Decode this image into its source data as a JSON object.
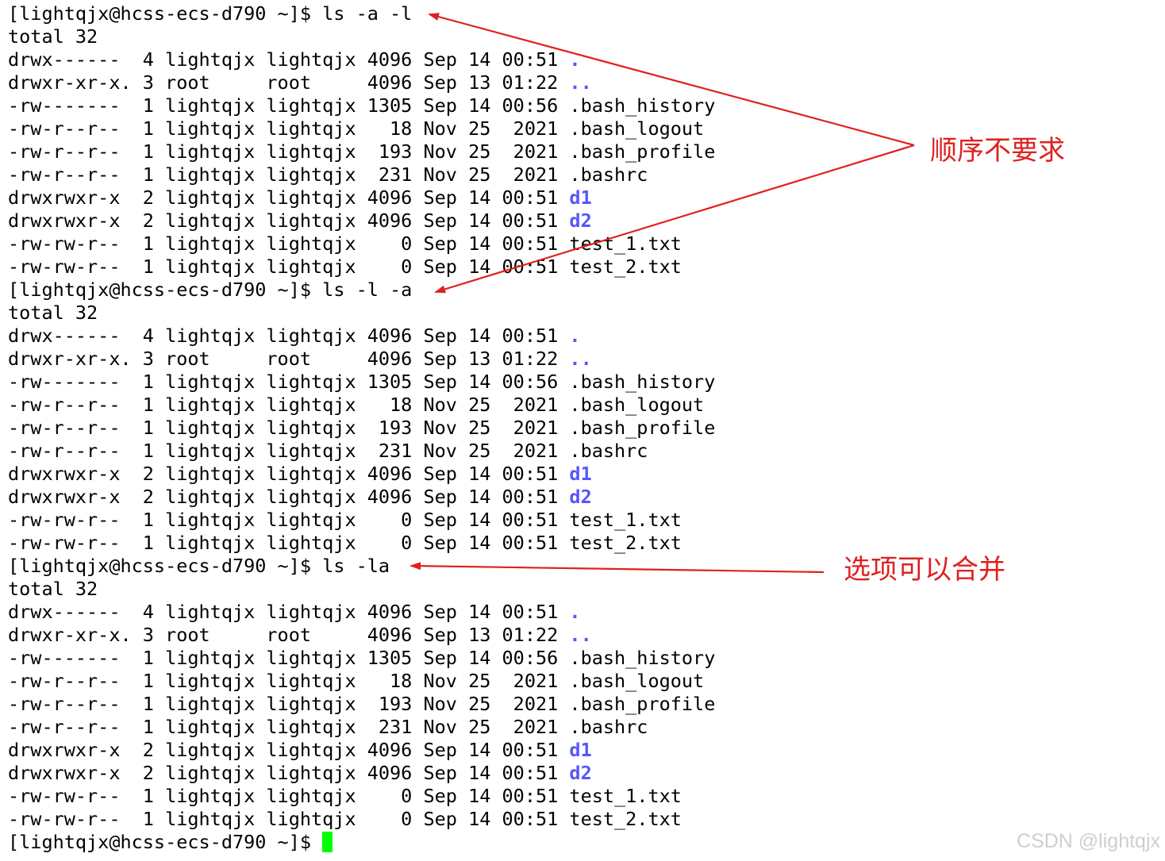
{
  "theme": {
    "background": "#ffffff",
    "text_color": "#000000",
    "dir_color": "#5555ff",
    "cursor_color": "#00ff00",
    "annotation_color": "#e02020",
    "watermark_color": "#cfcfcf"
  },
  "terminal": {
    "lines": [
      {
        "kind": "prompt",
        "text": "[lightqjx@hcss-ecs-d790 ~]$ ls -a -l"
      },
      {
        "kind": "total",
        "text": "total 32"
      },
      {
        "kind": "entry",
        "meta": "drwx------  4 lightqjx lightqjx 4096 Sep 14 00:51 ",
        "name": ".",
        "is_dir": true
      },
      {
        "kind": "entry",
        "meta": "drwxr-xr-x. 3 root     root     4096 Sep 13 01:22 ",
        "name": "..",
        "is_dir": true
      },
      {
        "kind": "entry",
        "meta": "-rw-------  1 lightqjx lightqjx 1305 Sep 14 00:56 ",
        "name": ".bash_history",
        "is_dir": false
      },
      {
        "kind": "entry",
        "meta": "-rw-r--r--  1 lightqjx lightqjx   18 Nov 25  2021 ",
        "name": ".bash_logout",
        "is_dir": false
      },
      {
        "kind": "entry",
        "meta": "-rw-r--r--  1 lightqjx lightqjx  193 Nov 25  2021 ",
        "name": ".bash_profile",
        "is_dir": false
      },
      {
        "kind": "entry",
        "meta": "-rw-r--r--  1 lightqjx lightqjx  231 Nov 25  2021 ",
        "name": ".bashrc",
        "is_dir": false
      },
      {
        "kind": "entry",
        "meta": "drwxrwxr-x  2 lightqjx lightqjx 4096 Sep 14 00:51 ",
        "name": "d1",
        "is_dir": true
      },
      {
        "kind": "entry",
        "meta": "drwxrwxr-x  2 lightqjx lightqjx 4096 Sep 14 00:51 ",
        "name": "d2",
        "is_dir": true
      },
      {
        "kind": "entry",
        "meta": "-rw-rw-r--  1 lightqjx lightqjx    0 Sep 14 00:51 ",
        "name": "test_1.txt",
        "is_dir": false
      },
      {
        "kind": "entry",
        "meta": "-rw-rw-r--  1 lightqjx lightqjx    0 Sep 14 00:51 ",
        "name": "test_2.txt",
        "is_dir": false
      },
      {
        "kind": "prompt",
        "text": "[lightqjx@hcss-ecs-d790 ~]$ ls -l -a"
      },
      {
        "kind": "total",
        "text": "total 32"
      },
      {
        "kind": "entry",
        "meta": "drwx------  4 lightqjx lightqjx 4096 Sep 14 00:51 ",
        "name": ".",
        "is_dir": true
      },
      {
        "kind": "entry",
        "meta": "drwxr-xr-x. 3 root     root     4096 Sep 13 01:22 ",
        "name": "..",
        "is_dir": true
      },
      {
        "kind": "entry",
        "meta": "-rw-------  1 lightqjx lightqjx 1305 Sep 14 00:56 ",
        "name": ".bash_history",
        "is_dir": false
      },
      {
        "kind": "entry",
        "meta": "-rw-r--r--  1 lightqjx lightqjx   18 Nov 25  2021 ",
        "name": ".bash_logout",
        "is_dir": false
      },
      {
        "kind": "entry",
        "meta": "-rw-r--r--  1 lightqjx lightqjx  193 Nov 25  2021 ",
        "name": ".bash_profile",
        "is_dir": false
      },
      {
        "kind": "entry",
        "meta": "-rw-r--r--  1 lightqjx lightqjx  231 Nov 25  2021 ",
        "name": ".bashrc",
        "is_dir": false
      },
      {
        "kind": "entry",
        "meta": "drwxrwxr-x  2 lightqjx lightqjx 4096 Sep 14 00:51 ",
        "name": "d1",
        "is_dir": true
      },
      {
        "kind": "entry",
        "meta": "drwxrwxr-x  2 lightqjx lightqjx 4096 Sep 14 00:51 ",
        "name": "d2",
        "is_dir": true
      },
      {
        "kind": "entry",
        "meta": "-rw-rw-r--  1 lightqjx lightqjx    0 Sep 14 00:51 ",
        "name": "test_1.txt",
        "is_dir": false
      },
      {
        "kind": "entry",
        "meta": "-rw-rw-r--  1 lightqjx lightqjx    0 Sep 14 00:51 ",
        "name": "test_2.txt",
        "is_dir": false
      },
      {
        "kind": "prompt",
        "text": "[lightqjx@hcss-ecs-d790 ~]$ ls -la"
      },
      {
        "kind": "total",
        "text": "total 32"
      },
      {
        "kind": "entry",
        "meta": "drwx------  4 lightqjx lightqjx 4096 Sep 14 00:51 ",
        "name": ".",
        "is_dir": true
      },
      {
        "kind": "entry",
        "meta": "drwxr-xr-x. 3 root     root     4096 Sep 13 01:22 ",
        "name": "..",
        "is_dir": true
      },
      {
        "kind": "entry",
        "meta": "-rw-------  1 lightqjx lightqjx 1305 Sep 14 00:56 ",
        "name": ".bash_history",
        "is_dir": false
      },
      {
        "kind": "entry",
        "meta": "-rw-r--r--  1 lightqjx lightqjx   18 Nov 25  2021 ",
        "name": ".bash_logout",
        "is_dir": false
      },
      {
        "kind": "entry",
        "meta": "-rw-r--r--  1 lightqjx lightqjx  193 Nov 25  2021 ",
        "name": ".bash_profile",
        "is_dir": false
      },
      {
        "kind": "entry",
        "meta": "-rw-r--r--  1 lightqjx lightqjx  231 Nov 25  2021 ",
        "name": ".bashrc",
        "is_dir": false
      },
      {
        "kind": "entry",
        "meta": "drwxrwxr-x  2 lightqjx lightqjx 4096 Sep 14 00:51 ",
        "name": "d1",
        "is_dir": true
      },
      {
        "kind": "entry",
        "meta": "drwxrwxr-x  2 lightqjx lightqjx 4096 Sep 14 00:51 ",
        "name": "d2",
        "is_dir": true
      },
      {
        "kind": "entry",
        "meta": "-rw-rw-r--  1 lightqjx lightqjx    0 Sep 14 00:51 ",
        "name": "test_1.txt",
        "is_dir": false
      },
      {
        "kind": "entry",
        "meta": "-rw-rw-r--  1 lightqjx lightqjx    0 Sep 14 00:51 ",
        "name": "test_2.txt",
        "is_dir": false
      },
      {
        "kind": "prompt-active",
        "text": "[lightqjx@hcss-ecs-d790 ~]$ "
      }
    ]
  },
  "annotations": {
    "order_note": "顺序不要求",
    "merge_note": "选项可以合并"
  },
  "watermark": "CSDN @lightqjx"
}
